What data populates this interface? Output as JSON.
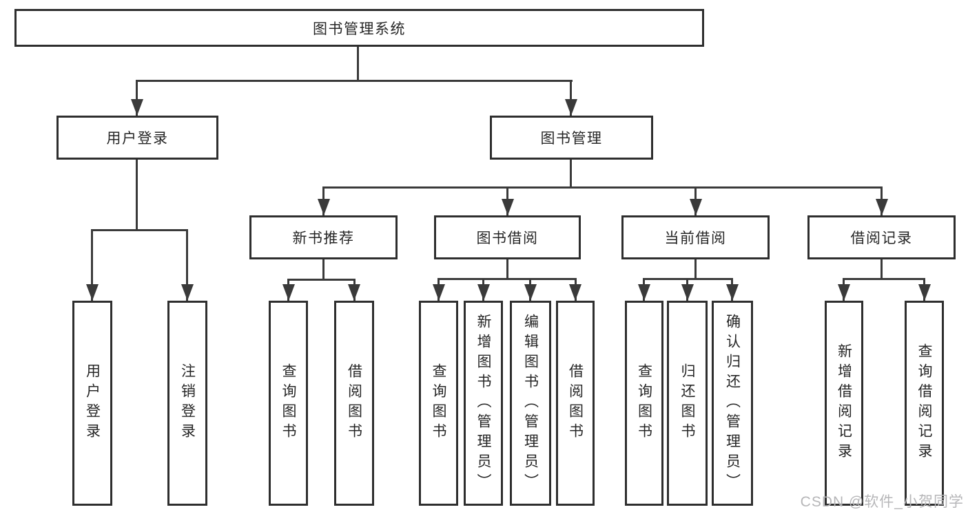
{
  "diagram_type": "hierarchy-tree",
  "watermark": "CSDN @软件_小贺同学",
  "colors": {
    "background": "#ffffff",
    "box_border": "#2e2e2e",
    "box_fill": "#ffffff",
    "line": "#3a3a3a",
    "text": "#262626",
    "watermark": "#b6b6b8"
  },
  "hierarchy": {
    "label": "图书管理系统",
    "children": [
      {
        "label": "用户登录",
        "children": [
          {
            "label": "用户登录"
          },
          {
            "label": "注销登录"
          }
        ]
      },
      {
        "label": "图书管理",
        "children": [
          {
            "label": "新书推荐",
            "children": [
              {
                "label": "查询图书"
              },
              {
                "label": "借阅图书"
              }
            ]
          },
          {
            "label": "图书借阅",
            "children": [
              {
                "label": "查询图书"
              },
              {
                "label": "新增图书（管理员）"
              },
              {
                "label": "编辑图书（管理员）"
              },
              {
                "label": "借阅图书"
              }
            ]
          },
          {
            "label": "当前借阅",
            "children": [
              {
                "label": "查询图书"
              },
              {
                "label": "归还图书"
              },
              {
                "label": "确认归还（管理员）"
              }
            ]
          },
          {
            "label": "借阅记录",
            "children": [
              {
                "label": "新增借阅记录"
              },
              {
                "label": "查询借阅记录"
              }
            ]
          }
        ]
      }
    ]
  }
}
